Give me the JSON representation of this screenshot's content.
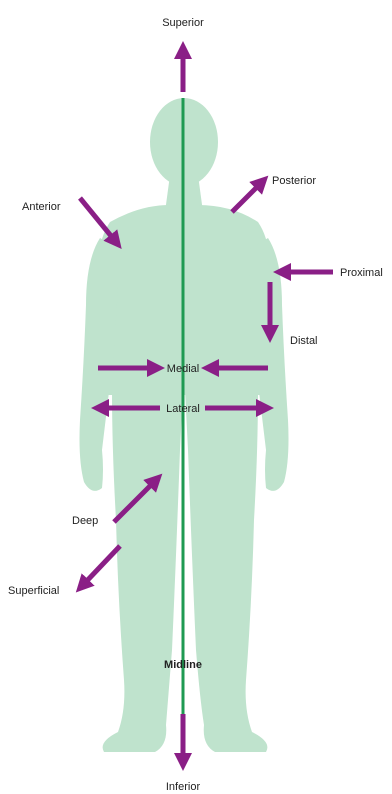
{
  "colors": {
    "body": "#bfe3cd",
    "midline": "#1f9a52",
    "arrow": "#8a1f86",
    "text": "#222222"
  },
  "labels": {
    "superior": "Superior",
    "inferior": "Inferior",
    "anterior": "Anterior",
    "posterior": "Posterior",
    "proximal": "Proximal",
    "distal": "Distal",
    "medial": "Medial",
    "lateral": "Lateral",
    "deep": "Deep",
    "superficial": "Superficial",
    "midline": "Midline"
  }
}
